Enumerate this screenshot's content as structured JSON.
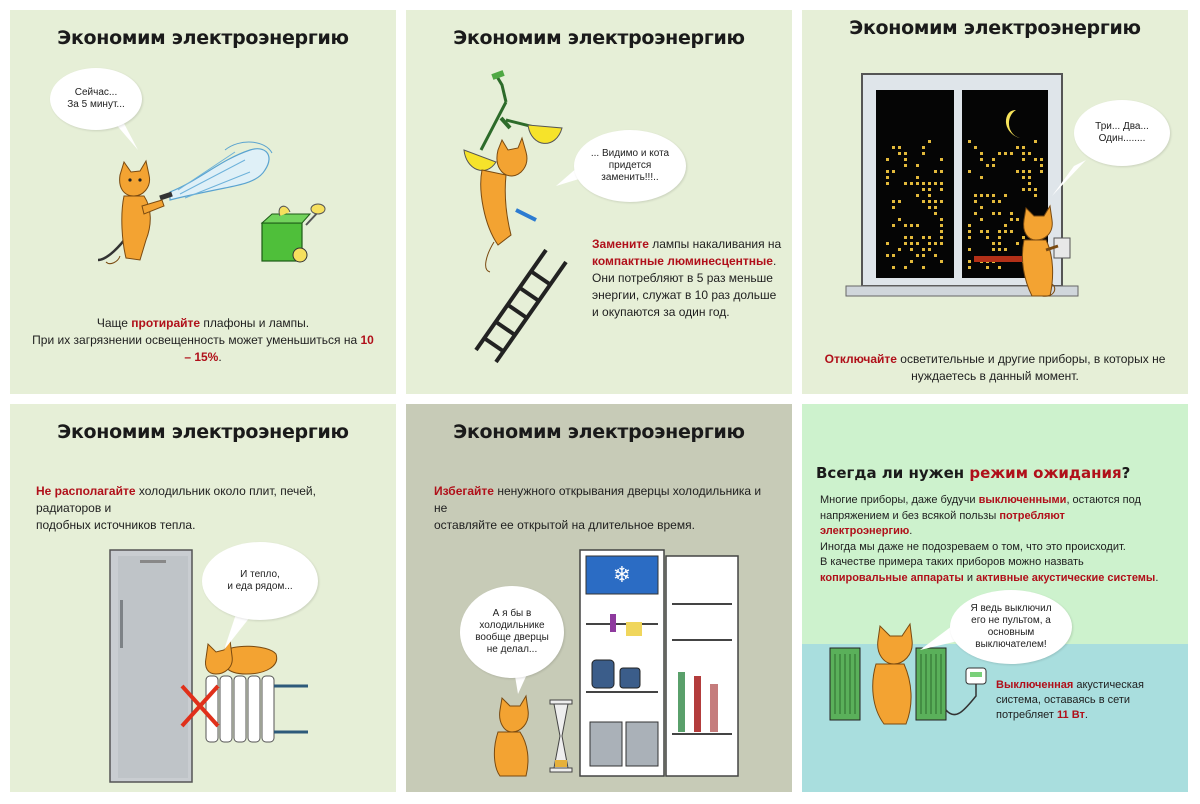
{
  "panels": [
    {
      "title": "Экономим электроэнергию",
      "bubble": {
        "l1": "Сейчас...",
        "l2": "За 5 минут..."
      },
      "caption": {
        "l1_a": "Чаще ",
        "l1_b": "протирайте",
        "l1_c": " плафоны и лампы.",
        "l2_a": "При их загрязнении освещенность может уменьшиться на ",
        "l2_b": "10 – 15%",
        "l2_c": "."
      }
    },
    {
      "title": "Экономим электроэнергию",
      "bubble": {
        "l1": "... Видимо и кота",
        "l2": "придется",
        "l3": "заменить!!!.."
      },
      "caption": {
        "l1_a": "Замените",
        "l1_b": " лампы накаливания на",
        "l2_a": "компактные люминесцентные",
        "l2_b": ".",
        "l3": "Они потребляют в 5 раз меньше",
        "l4": "энергии, служат в 10 раз дольше",
        "l5": "и окупаются за один год."
      }
    },
    {
      "title": "Экономим электроэнергию",
      "bubble": {
        "l1": "Три... Два...",
        "l2": "Один........"
      },
      "caption": {
        "l1_a": "Отключайте",
        "l1_b": " осветительные и другие приборы, в которых не",
        "l2": "нуждаетесь в данный момент."
      }
    },
    {
      "title": "Экономим электроэнергию",
      "bubble": {
        "l1": "И тепло,",
        "l2": "и еда рядом..."
      },
      "caption": {
        "l1_a": "Не располагайте",
        "l1_b": " холодильник около плит, печей, радиаторов и",
        "l2": "подобных источников тепла."
      }
    },
    {
      "title": "Экономим электроэнергию",
      "bubble": {
        "l1": "А я бы в",
        "l2": "холодильнике",
        "l3": "вообще дверцы",
        "l4": "не делал..."
      },
      "caption": {
        "l1_a": "Избегайте",
        "l1_b": " ненужного открывания дверцы холодильника и не",
        "l2": "оставляйте ее открытой на длительное время."
      }
    },
    {
      "title_a": "Всегда ли нужен ",
      "title_b": "режим ожидания",
      "title_c": "?",
      "text": {
        "p1_a": "Многие приборы, даже будучи ",
        "p1_b": "выключенными",
        "p1_c": ", остаются под",
        "p2_a": "напряжением и без всякой пользы ",
        "p2_b": "потребляют",
        "p3": "электроэнергию",
        "p3_c": ".",
        "p4": "Иногда мы даже не подозреваем о том, что это происходит.",
        "p5": "В качестве примера таких приборов можно назвать",
        "p6_a": "копировальные аппараты",
        "p6_b": " и ",
        "p6_c": "активные акустические системы",
        "p6_d": "."
      },
      "bubble": {
        "l1": "Я ведь выключил",
        "l2": "его не пультом, а",
        "l3": "основным",
        "l4": "выключателем!"
      },
      "caption": {
        "l1_a": "Выключенная",
        "l1_b": " акустическая",
        "l2": "система, оставаясь в сети",
        "l3_a": "потребляет ",
        "l3_b": "11 Вт",
        "l3_c": "."
      }
    }
  ],
  "colors": {
    "panel_bg": "#e6efd7",
    "panel5_bg": "#c7cbb7",
    "panel6_top": "#cdf2cd",
    "panel6_bottom": "#a9dede",
    "accent_red": "#b0101a",
    "cat_orange": "#f3a332"
  }
}
